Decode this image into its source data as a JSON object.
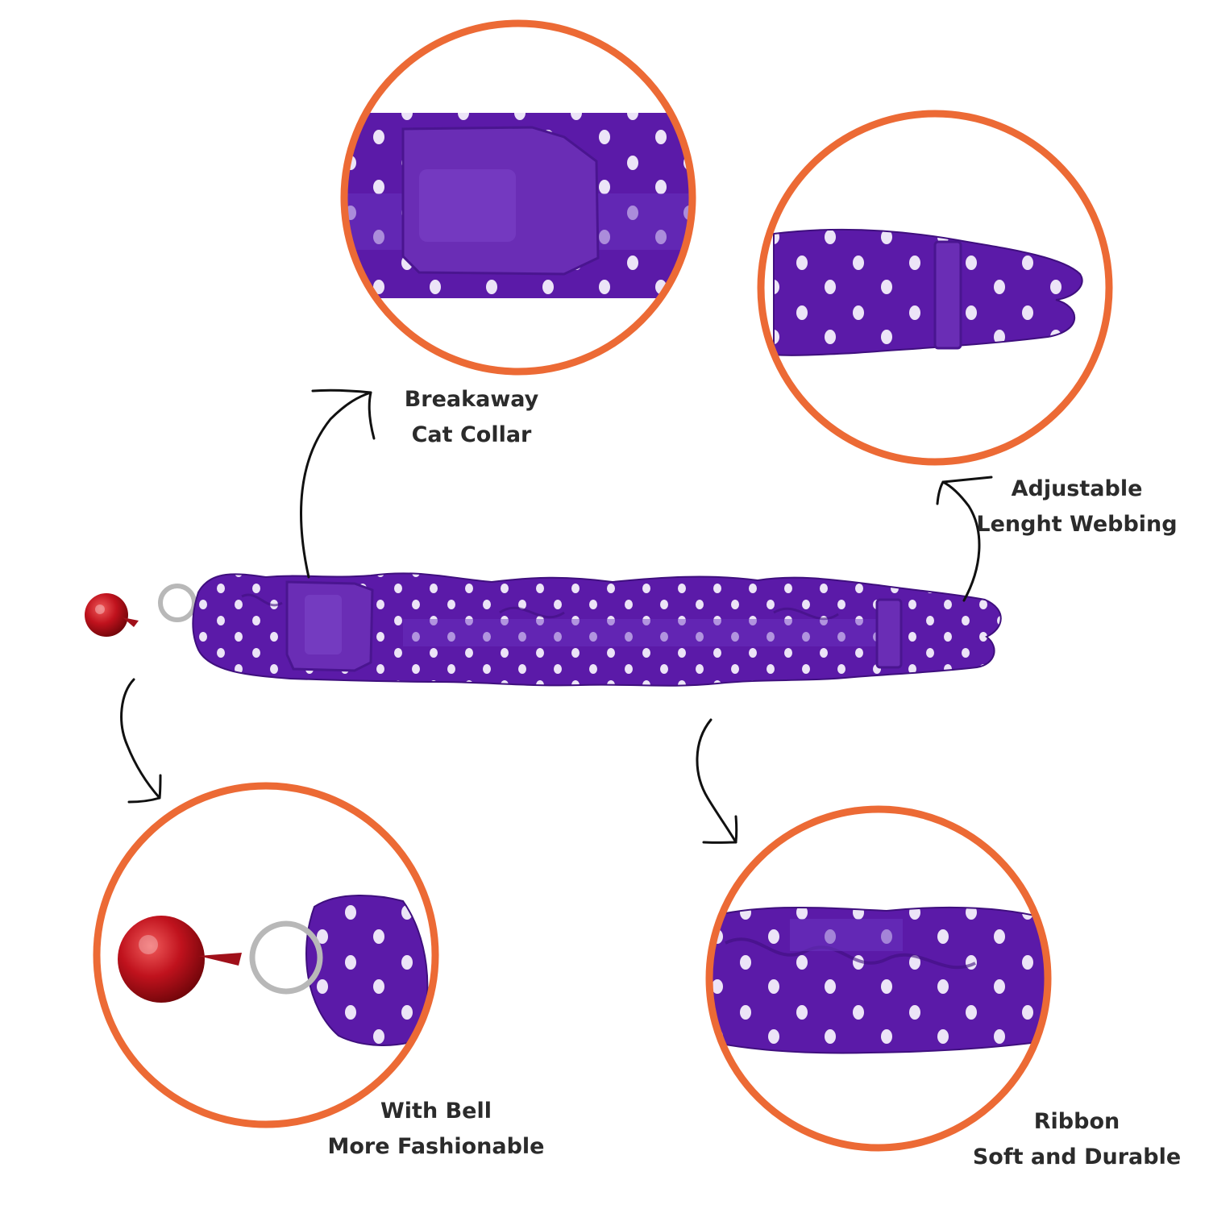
{
  "colors": {
    "circle_border": "#ec6a35",
    "ribbon": "#5b1aa8",
    "ribbon_dark": "#3f0f7e",
    "ribbon_light": "#7a3ad0",
    "dots": "#ece4f7",
    "buckle": "#6a2db5",
    "bell": "#c0121d",
    "ring": "#b8b8b8",
    "arrow": "#111111",
    "text": "#2b2b2b"
  },
  "callouts": {
    "buckle": {
      "line1": "Breakaway",
      "line2": "Cat Collar"
    },
    "webbing": {
      "line1": "Adjustable",
      "line2": "Lenght Webbing"
    },
    "bell": {
      "line1": "With Bell",
      "line2": "More Fashionable"
    },
    "ribbon": {
      "line1": "Ribbon",
      "line2": "Soft and Durable"
    }
  }
}
